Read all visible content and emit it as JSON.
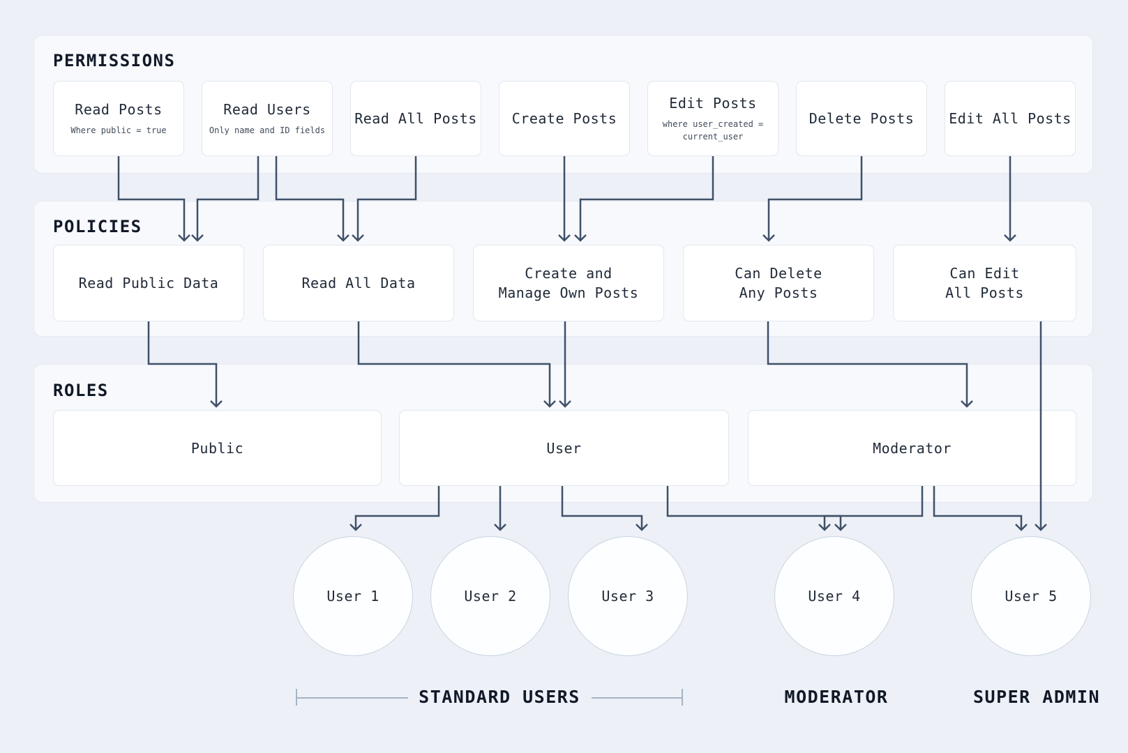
{
  "sections": {
    "permissions": {
      "title": "PERMISSIONS",
      "cards": [
        {
          "title": "Read Posts",
          "subtitle": "Where public = true"
        },
        {
          "title": "Read Users",
          "subtitle": "Only name and ID fields"
        },
        {
          "title": "Read All Posts"
        },
        {
          "title": "Create Posts"
        },
        {
          "title": "Edit Posts",
          "subtitle": "where user_created = current_user"
        },
        {
          "title": "Delete Posts"
        },
        {
          "title": "Edit All Posts"
        }
      ]
    },
    "policies": {
      "title": "POLICIES",
      "cards": [
        {
          "line1": "Read Public Data",
          "line2": ""
        },
        {
          "line1": "Read All Data",
          "line2": ""
        },
        {
          "line1": "Create and",
          "line2": "Manage Own Posts"
        },
        {
          "line1": "Can Delete",
          "line2": "Any Posts"
        },
        {
          "line1": "Can Edit",
          "line2": "All Posts"
        }
      ]
    },
    "roles": {
      "title": "ROLES",
      "cards": [
        {
          "label": "Public"
        },
        {
          "label": "User"
        },
        {
          "label": "Moderator"
        }
      ]
    }
  },
  "users": [
    {
      "label": "User 1"
    },
    {
      "label": "User 2"
    },
    {
      "label": "User 3"
    },
    {
      "label": "User 4"
    },
    {
      "label": "User 5"
    }
  ],
  "group_labels": {
    "standard_users": "STANDARD USERS",
    "moderator": "MODERATOR",
    "super_admin": "SUPER ADMIN"
  },
  "colors": {
    "arrow": "#3f5068",
    "canvas_bg": "#edf1f7",
    "container_bg": "#f7f9fc",
    "container_border": "#e4e9f0",
    "card_bg": "#ffffff",
    "card_border": "#e2e7ee",
    "circle_bg": "#fdfeff",
    "circle_border": "#c8d3e0",
    "title_text": "#111827",
    "body_text": "#1f2937",
    "subtitle_text": "#3f4a5a",
    "bracket": "#a4b4c6"
  }
}
